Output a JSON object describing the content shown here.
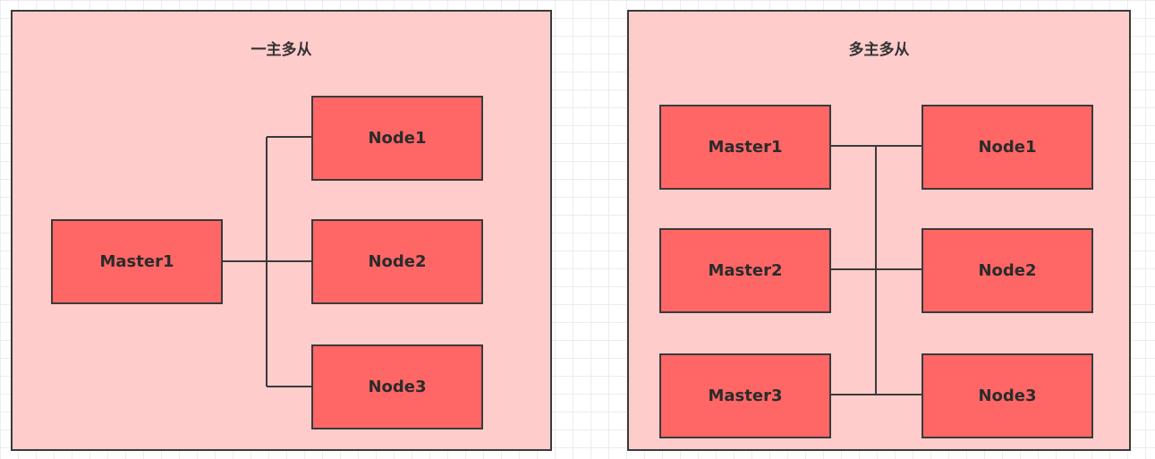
{
  "diagrams": [
    {
      "title": "一主多从",
      "masters": [
        "Master1"
      ],
      "nodes": [
        "Node1",
        "Node2",
        "Node3"
      ]
    },
    {
      "title": "多主多从",
      "masters": [
        "Master1",
        "Master2",
        "Master3"
      ],
      "nodes": [
        "Node1",
        "Node2",
        "Node3"
      ]
    }
  ],
  "colors": {
    "panel_fill": "#ffcccc",
    "box_fill": "#ff6666",
    "stroke": "#3a3a3a"
  }
}
